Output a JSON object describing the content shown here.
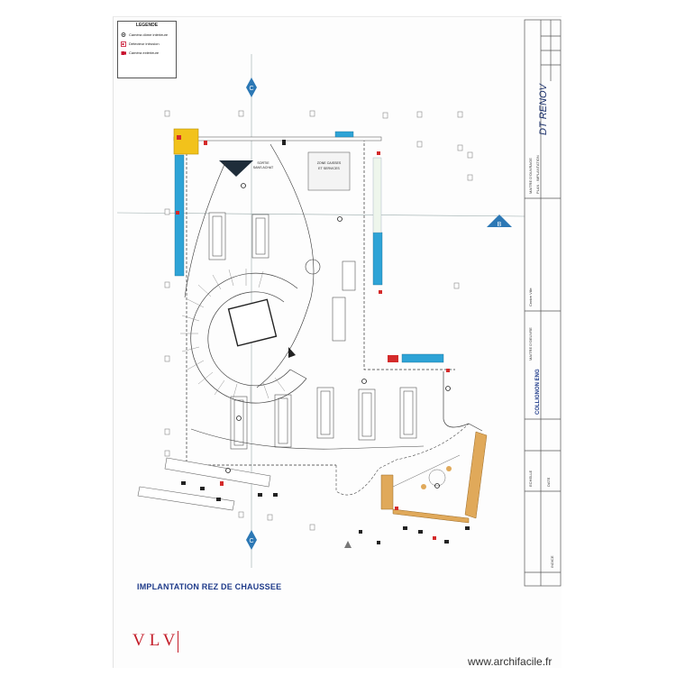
{
  "legend": {
    "title": "LEGENDE",
    "items": [
      {
        "icon": "camera-dome-icon",
        "label": "Caméra dôme intérieure",
        "color": "#222222"
      },
      {
        "icon": "speaker-icon",
        "label": "Détecteur intrusion",
        "color": "#c8102e"
      },
      {
        "icon": "camera-ptz-icon",
        "label": "Caméra extérieure",
        "color": "#c8102e"
      }
    ]
  },
  "plan": {
    "title": "IMPLANTATION REZ DE CHAUSSEE",
    "zones": {
      "zone_a": "SORTIE\nSANS ACHAT",
      "zone_b": "ZONE CAISSES\nET SERVICES"
    },
    "section_labels": {
      "c_top": "C",
      "b_right": "B",
      "c_bottom": "C"
    },
    "colors": {
      "cyan_fixture": "#2ea3d6",
      "yellow_block": "#f2c21b",
      "wood_fixture": "#e0a95a",
      "section_marker": "#2c78b5",
      "red_symbol": "#d42a2a"
    }
  },
  "title_block": {
    "handwritten_note": "DT RENOV",
    "fields": [
      "MAITRE D'OUVRAGE",
      "Centre Ville",
      "MAITRE D'OEUVRE",
      "COLLIGNON ENG",
      "PLAN : IMPLANTATION",
      "ECHELLE",
      "DATE",
      "INDICE"
    ]
  },
  "brand": {
    "logo_text": "VLV",
    "watermark": "www.archifacile.fr"
  }
}
